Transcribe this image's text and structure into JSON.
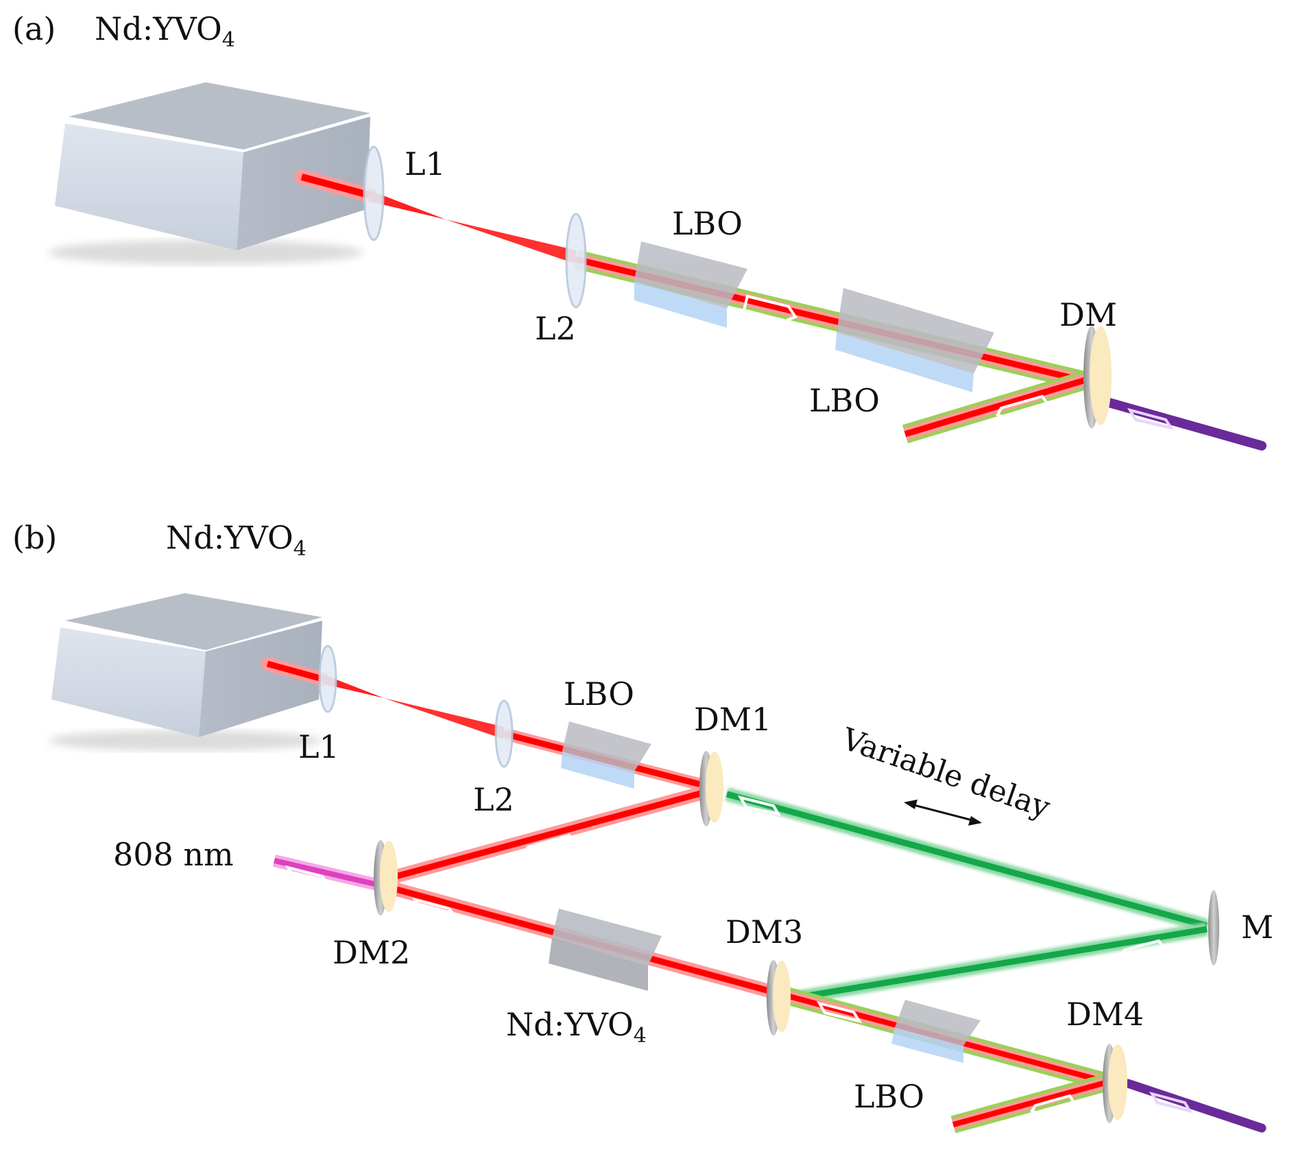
{
  "panel_a": {
    "tag": "(a)",
    "source_label": "Nd:YVO",
    "source_sub": "4",
    "labels": {
      "l1": "L1",
      "l2": "L2",
      "lbo1": "LBO",
      "lbo2": "LBO",
      "dm": "DM"
    }
  },
  "panel_b": {
    "tag": "(b)",
    "source_label": "Nd:YVO",
    "source_sub": "4",
    "labels": {
      "l1": "L1",
      "l2": "L2",
      "lbo1": "LBO",
      "dm1": "DM1",
      "dm2": "DM2",
      "dm3": "DM3",
      "dm4": "DM4",
      "m": "M",
      "pump": "808 nm",
      "crystal": "Nd:YVO",
      "crystal_sub": "4",
      "lbo2": "LBO",
      "delay": "Variable delay"
    }
  },
  "colors": {
    "red_beam": "#ff0000",
    "green_beam": "#14a84a",
    "violet_beam": "#6a2a9a",
    "pump_beam": "#e040c0",
    "mirror_face": "#fbe9bf",
    "crystal_top": "#b9bcc3",
    "crystal_front": "#b3d4f6",
    "laser_box": "#c9d1de"
  }
}
